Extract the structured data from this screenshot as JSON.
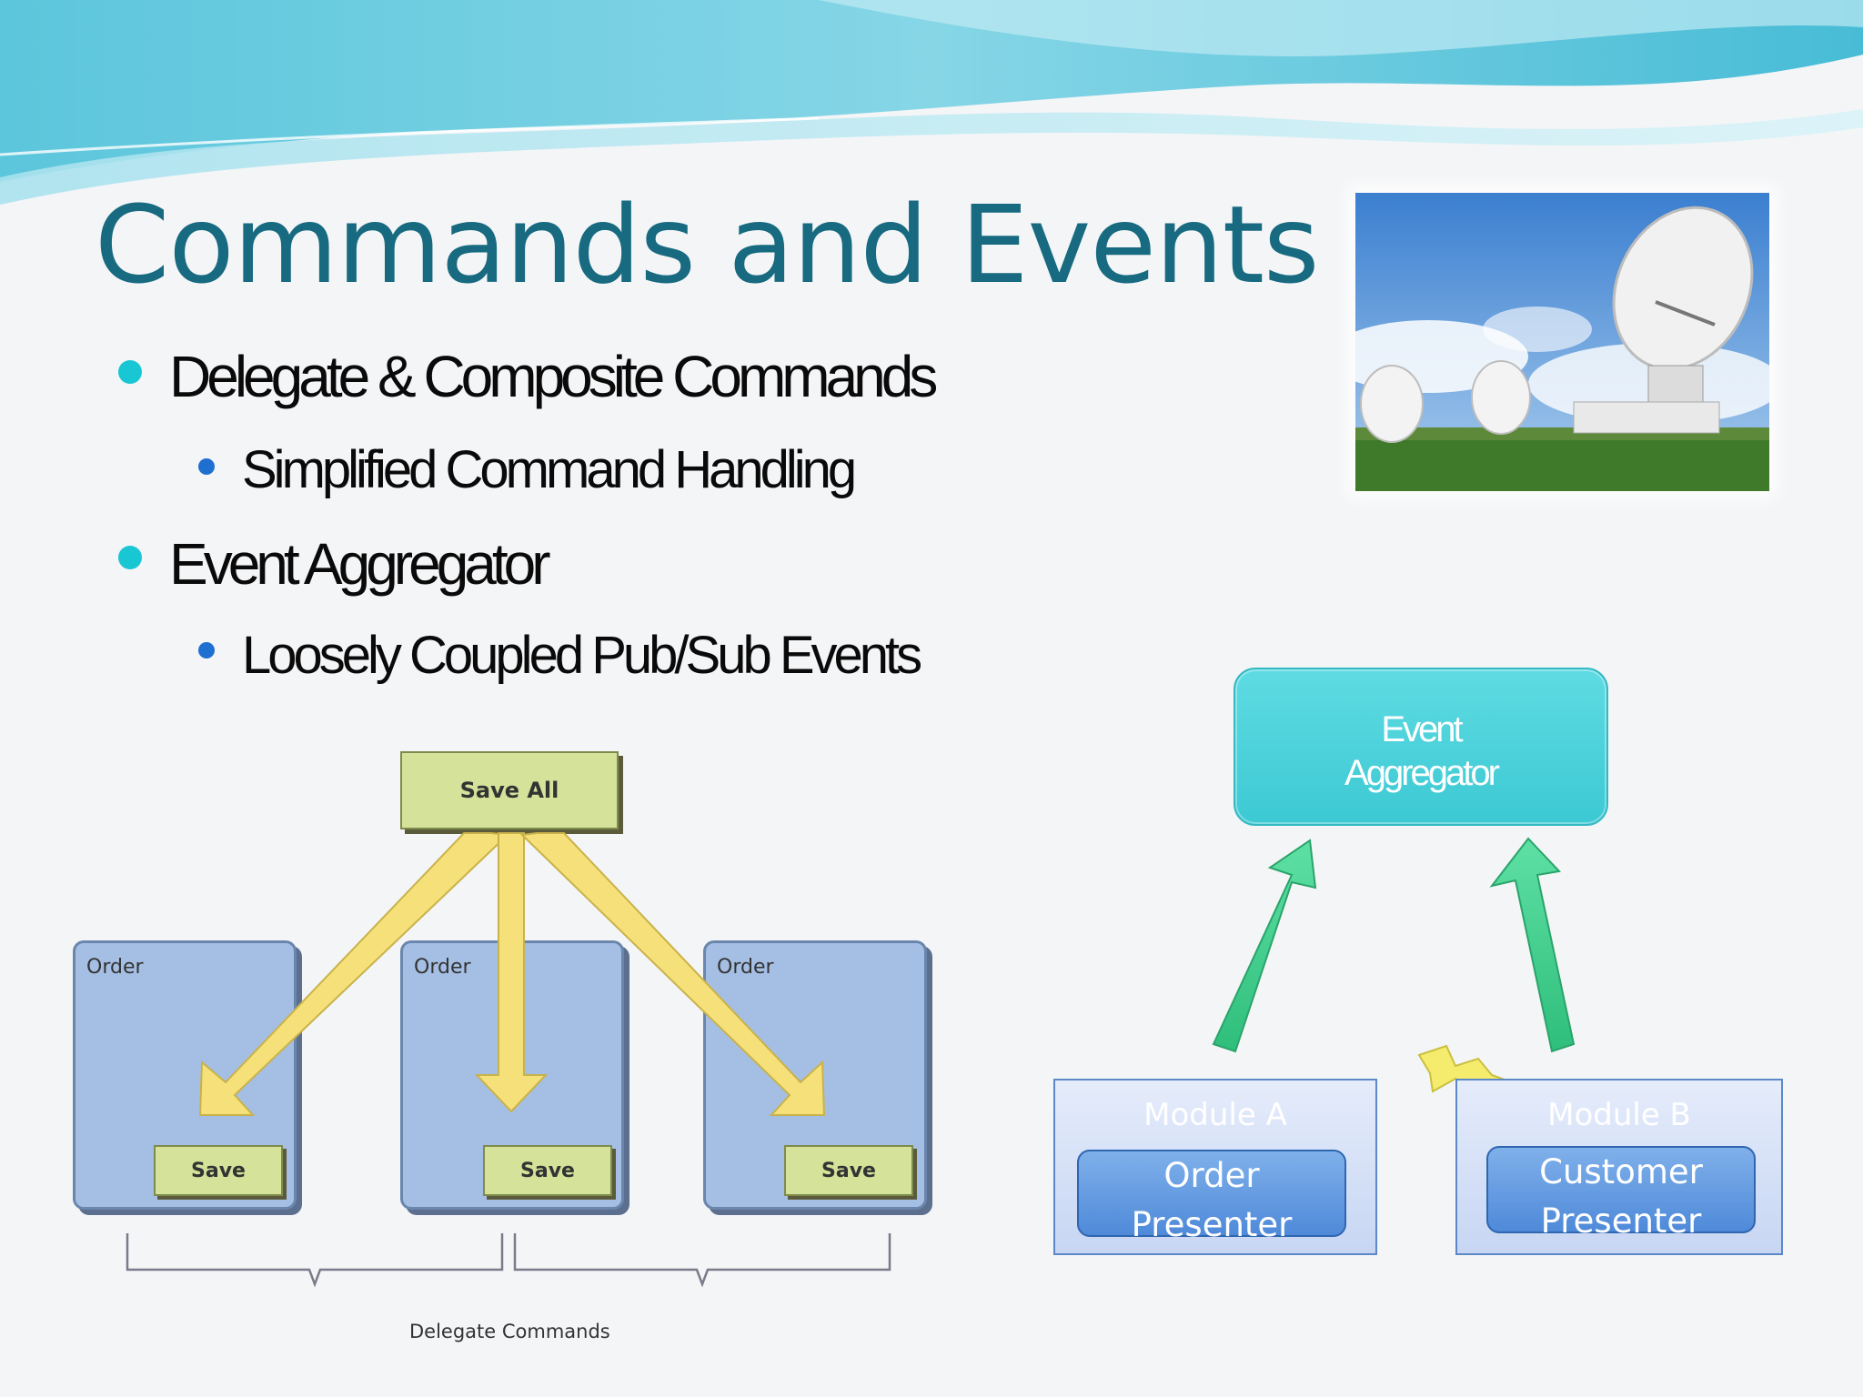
{
  "slide": {
    "title": "Commands and Events",
    "bullets": [
      {
        "level": 1,
        "text": "Delegate & Composite Commands"
      },
      {
        "level": 2,
        "text": "Simplified Command Handling"
      },
      {
        "level": 1,
        "text": "Event Aggregator"
      },
      {
        "level": 2,
        "text": "Loosely Coupled Pub/Sub Events"
      }
    ],
    "photo_icon": "satellite-dishes-photo"
  },
  "delegate_diagram": {
    "save_all_label": "Save All",
    "orders": [
      {
        "label": "Order",
        "button": "Save"
      },
      {
        "label": "Order",
        "button": "Save"
      },
      {
        "label": "Order",
        "button": "Save"
      }
    ],
    "caption": "Delegate Commands"
  },
  "event_diagram": {
    "aggregator_line1": "Event",
    "aggregator_line2": "Aggregator",
    "module_a": {
      "title": "Module A",
      "presenter_line1": "Order",
      "presenter_line2": "Presenter"
    },
    "module_b": {
      "title": "Module B",
      "presenter_line1": "Customer",
      "presenter_line2": "Presenter"
    }
  },
  "colors": {
    "title": "#176a80",
    "bullet_l1": "#19c6d4",
    "bullet_l2": "#1f6fd1",
    "aggregator": "#3cc9d3",
    "arrow_green": "#3ecf8e",
    "arrow_yellow": "#f5e07a"
  }
}
